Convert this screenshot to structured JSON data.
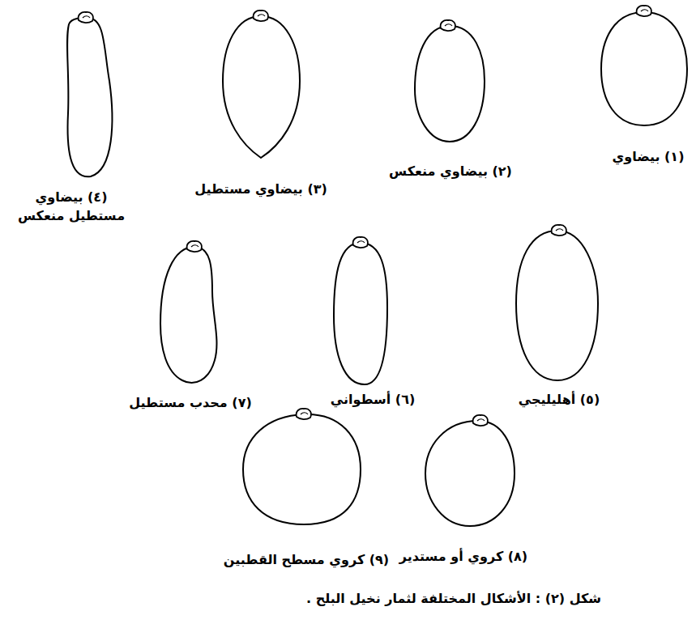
{
  "diagram": {
    "caption": "شكل (٢) : الأشكال المختلفة لثمار نخيل البلح .",
    "labels": [
      "(١) بيضاوي",
      "(٢) بيضاوي منعكس",
      "(٣) بيضاوي مستطيل",
      "(٤) بيضاوي مستطيل منعكس",
      "(٥) أهليليجي",
      "(٦) أسطواني",
      "(٧) محدب مستطيل",
      "(٨) كروي أو مستدير",
      "(٩) كروي مسطح القطبين"
    ]
  }
}
